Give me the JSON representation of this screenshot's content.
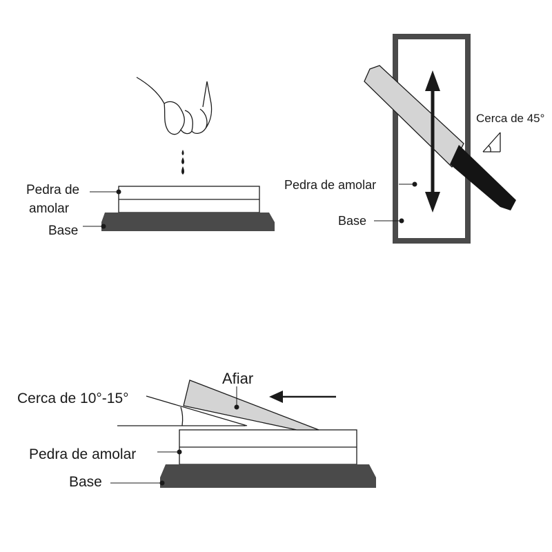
{
  "colors": {
    "base": "#4a4a4a",
    "blade": "#d4d4d4",
    "handle": "#141414",
    "line": "#1a1a1a"
  },
  "panel1": {
    "stone_label_line1": "Pedra de",
    "stone_label_line2": "amolar",
    "base_label": "Base"
  },
  "panel2": {
    "angle_label": "Cerca de 45°",
    "stone_label": "Pedra de amolar",
    "base_label": "Base"
  },
  "panel3": {
    "action_label": "Afiar",
    "angle_label": "Cerca de 10°-15°",
    "stone_label": "Pedra de amolar",
    "base_label": "Base"
  }
}
